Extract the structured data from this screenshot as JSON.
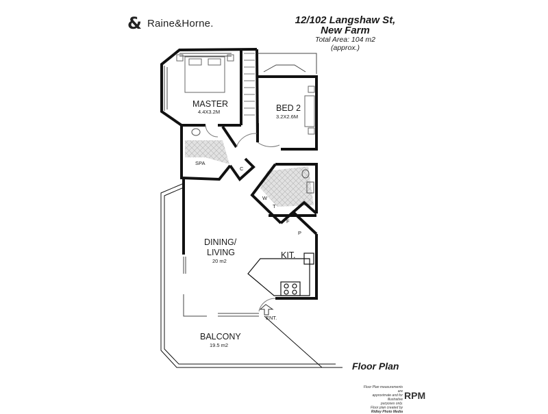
{
  "brand": {
    "logo_symbol": "&",
    "name": "Raine&Horne."
  },
  "address": {
    "line1": "12/102 Langshaw St,",
    "line2": "New Farm",
    "total_area": "Total Area: 104 m2",
    "approx": "(approx.)"
  },
  "rooms": {
    "master": {
      "name": "MASTER",
      "size": "4.4X3.2M"
    },
    "bed2": {
      "name": "BED 2",
      "size": "3.2X2.6M"
    },
    "spa": "SPA",
    "c": "C",
    "w": "W",
    "t": "T",
    "f": "F",
    "p": "P",
    "dining_line1": "DINING/",
    "dining_line2": "LIVING",
    "dining_size": "20 m2",
    "kit": "KIT.",
    "ent": "ENT.",
    "balcony": {
      "name": "BALCONY",
      "size": "19.5 m2"
    }
  },
  "footer": {
    "title": "Floor Plan",
    "disclaimer1": "Floor Plan measurements are",
    "disclaimer2": "approximate and for illustrative",
    "disclaimer3": "purposes only.",
    "disclaimer4": "Floor plan created by",
    "disclaimer5": "Ridley Photo Media",
    "rpm": "RPM"
  },
  "colors": {
    "wall": "#111111",
    "tile": "#d8d8d8",
    "thin": "#777777"
  }
}
